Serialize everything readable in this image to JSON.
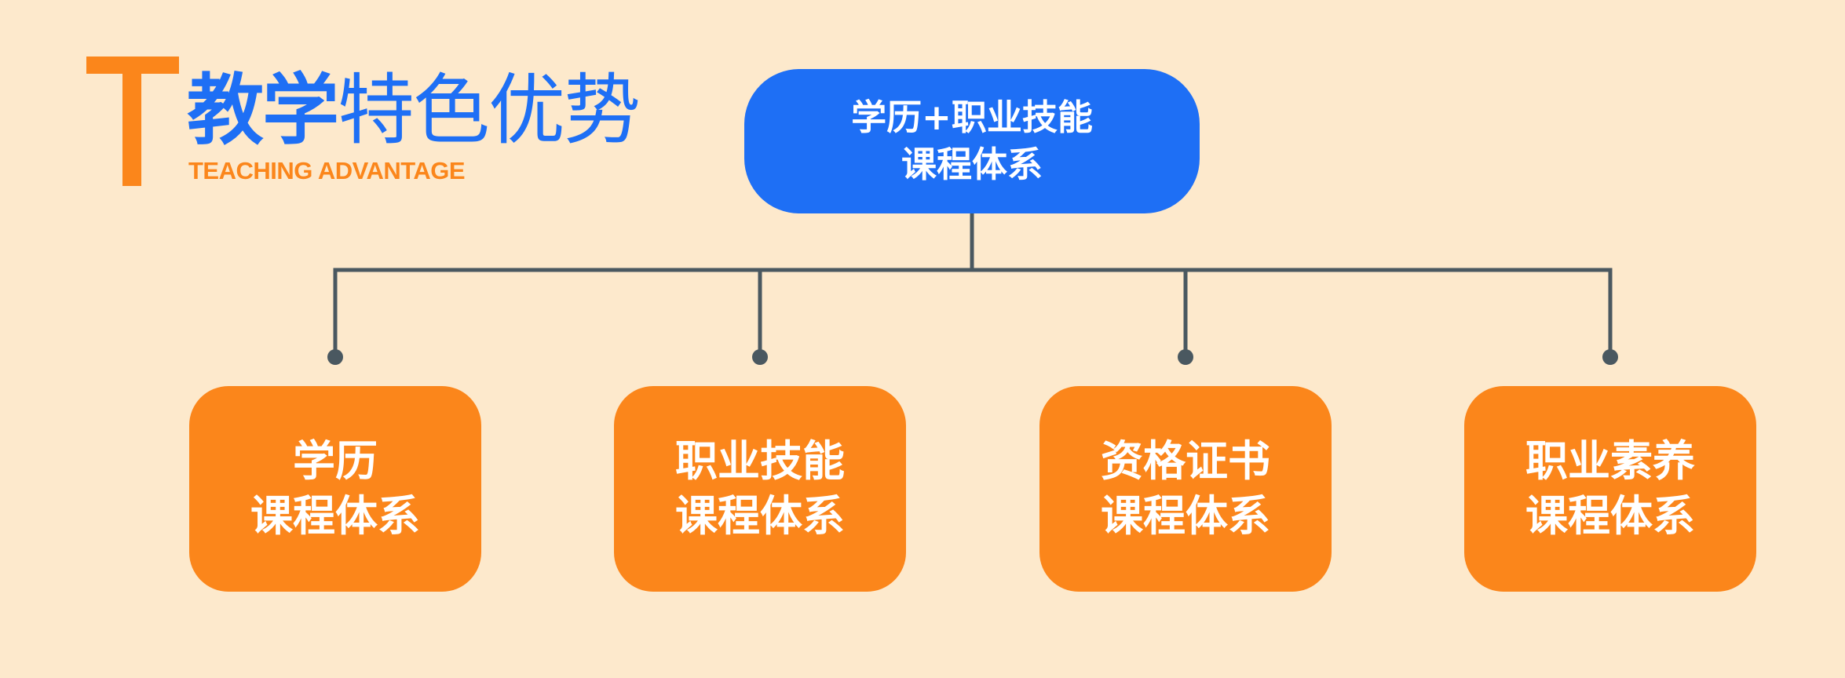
{
  "header": {
    "logo_letter": "T",
    "title_bold": "教学",
    "title_light": "特色优势",
    "subtitle": "TEACHING ADVANTAGE"
  },
  "diagram": {
    "root": {
      "line1": "学历+职业技能",
      "line2": "课程体系"
    },
    "children": [
      {
        "line1": "学历",
        "line2": "课程体系"
      },
      {
        "line1": "职业技能",
        "line2": "课程体系"
      },
      {
        "line1": "资格证书",
        "line2": "课程体系"
      },
      {
        "line1": "职业素养",
        "line2": "课程体系"
      }
    ]
  },
  "colors": {
    "background": "#fde9cc",
    "accent_blue": "#1e6ff5",
    "accent_orange": "#fb861b",
    "connector": "#4a5860",
    "node_text": "#ffffff"
  }
}
